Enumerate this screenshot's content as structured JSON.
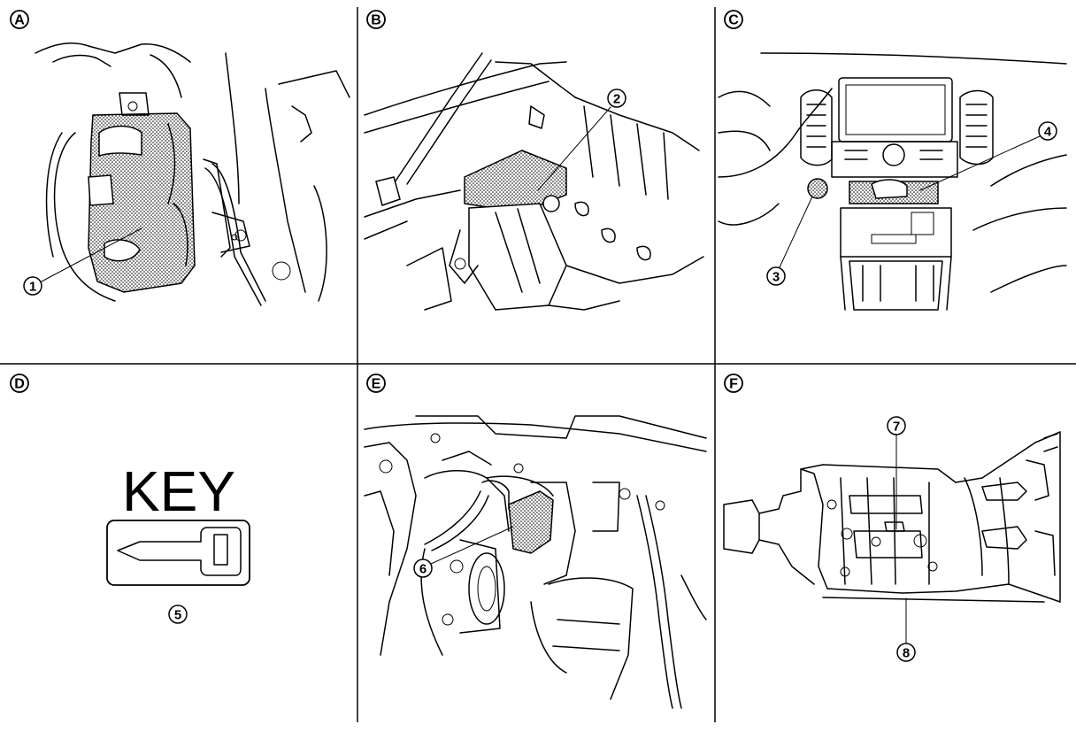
{
  "panels": [
    {
      "id": "A",
      "letter": "A",
      "callouts": [
        "1"
      ]
    },
    {
      "id": "B",
      "letter": "B",
      "callouts": [
        "2"
      ]
    },
    {
      "id": "C",
      "letter": "C",
      "callouts": [
        "3",
        "4"
      ]
    },
    {
      "id": "D",
      "letter": "D",
      "callouts": [
        "5"
      ],
      "key_text": "KEY"
    },
    {
      "id": "E",
      "letter": "E",
      "callouts": [
        "6"
      ]
    },
    {
      "id": "F",
      "letter": "F",
      "callouts": [
        "7",
        "8"
      ]
    }
  ]
}
